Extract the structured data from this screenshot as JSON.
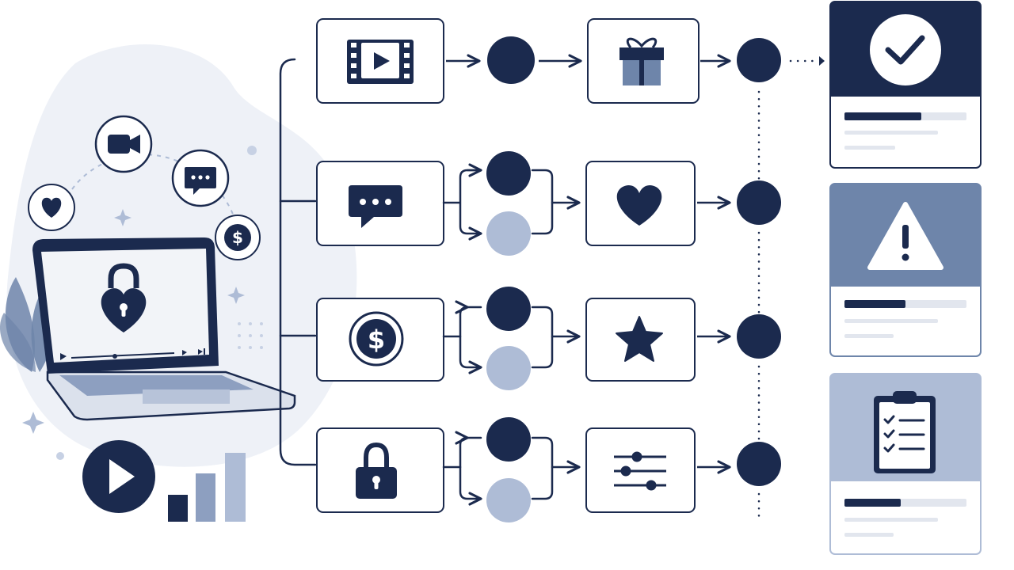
{
  "colors": {
    "navy": "#1b2a4e",
    "steel": "#6e85aa",
    "light": "#aebcd6",
    "pale": "#e9edf5",
    "bar_fill": "#e2e6ee",
    "background": "#ffffff"
  },
  "illustration": {
    "laptop_screen_icon": "heart-padlock-icon",
    "floating_icons": [
      "heart-icon",
      "video-camera-icon",
      "chat-bubble-icon",
      "dollar-coin-icon"
    ],
    "media_icons": [
      "play-circle-icon",
      "bar-chart-icon"
    ]
  },
  "flow": {
    "rows": [
      {
        "source_icon": "film-play-icon",
        "branch_nodes": [
          "dark"
        ],
        "reward_icon": "gift-icon"
      },
      {
        "source_icon": "chat-bubble-icon",
        "branch_nodes": [
          "dark",
          "light"
        ],
        "reward_icon": "heart-icon"
      },
      {
        "source_icon": "dollar-coin-icon",
        "branch_nodes": [
          "dark",
          "light"
        ],
        "reward_icon": "star-icon"
      },
      {
        "source_icon": "padlock-icon",
        "branch_nodes": [
          "dark",
          "light"
        ],
        "reward_icon": "sliders-icon"
      }
    ]
  },
  "outcome_cards": [
    {
      "icon": "checkmark-icon",
      "header_color": "#1b2a4e",
      "progress": 0.63
    },
    {
      "icon": "warning-icon",
      "header_color": "#6e85aa",
      "progress": 0.5
    },
    {
      "icon": "clipboard-checklist-icon",
      "header_color": "#aebcd6",
      "progress": 0.46
    }
  ]
}
